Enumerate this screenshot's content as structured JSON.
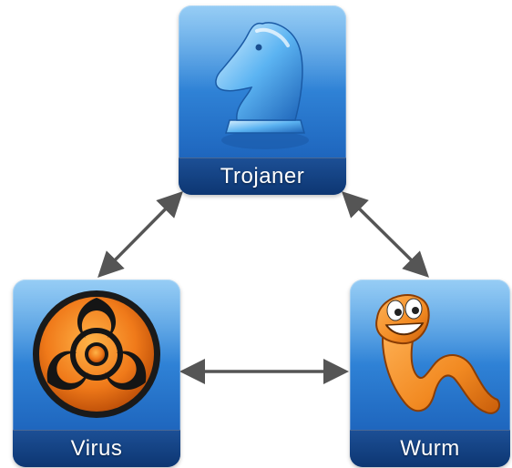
{
  "nodes": {
    "trojaner": {
      "label": "Trojaner",
      "icon": "chess-knight-icon"
    },
    "virus": {
      "label": "Virus",
      "icon": "biohazard-icon"
    },
    "wurm": {
      "label": "Wurm",
      "icon": "worm-icon"
    }
  },
  "edges": [
    {
      "from": "Trojaner",
      "to": "Virus",
      "direction": "both"
    },
    {
      "from": "Trojaner",
      "to": "Wurm",
      "direction": "both"
    },
    {
      "from": "Virus",
      "to": "Wurm",
      "direction": "both"
    }
  ],
  "colors": {
    "tile_blue": "#2f82d6",
    "label_bar": "#0d3672",
    "arrow": "#555555",
    "biohazard_orange": "#f07a1a",
    "worm_orange": "#f28a22"
  }
}
